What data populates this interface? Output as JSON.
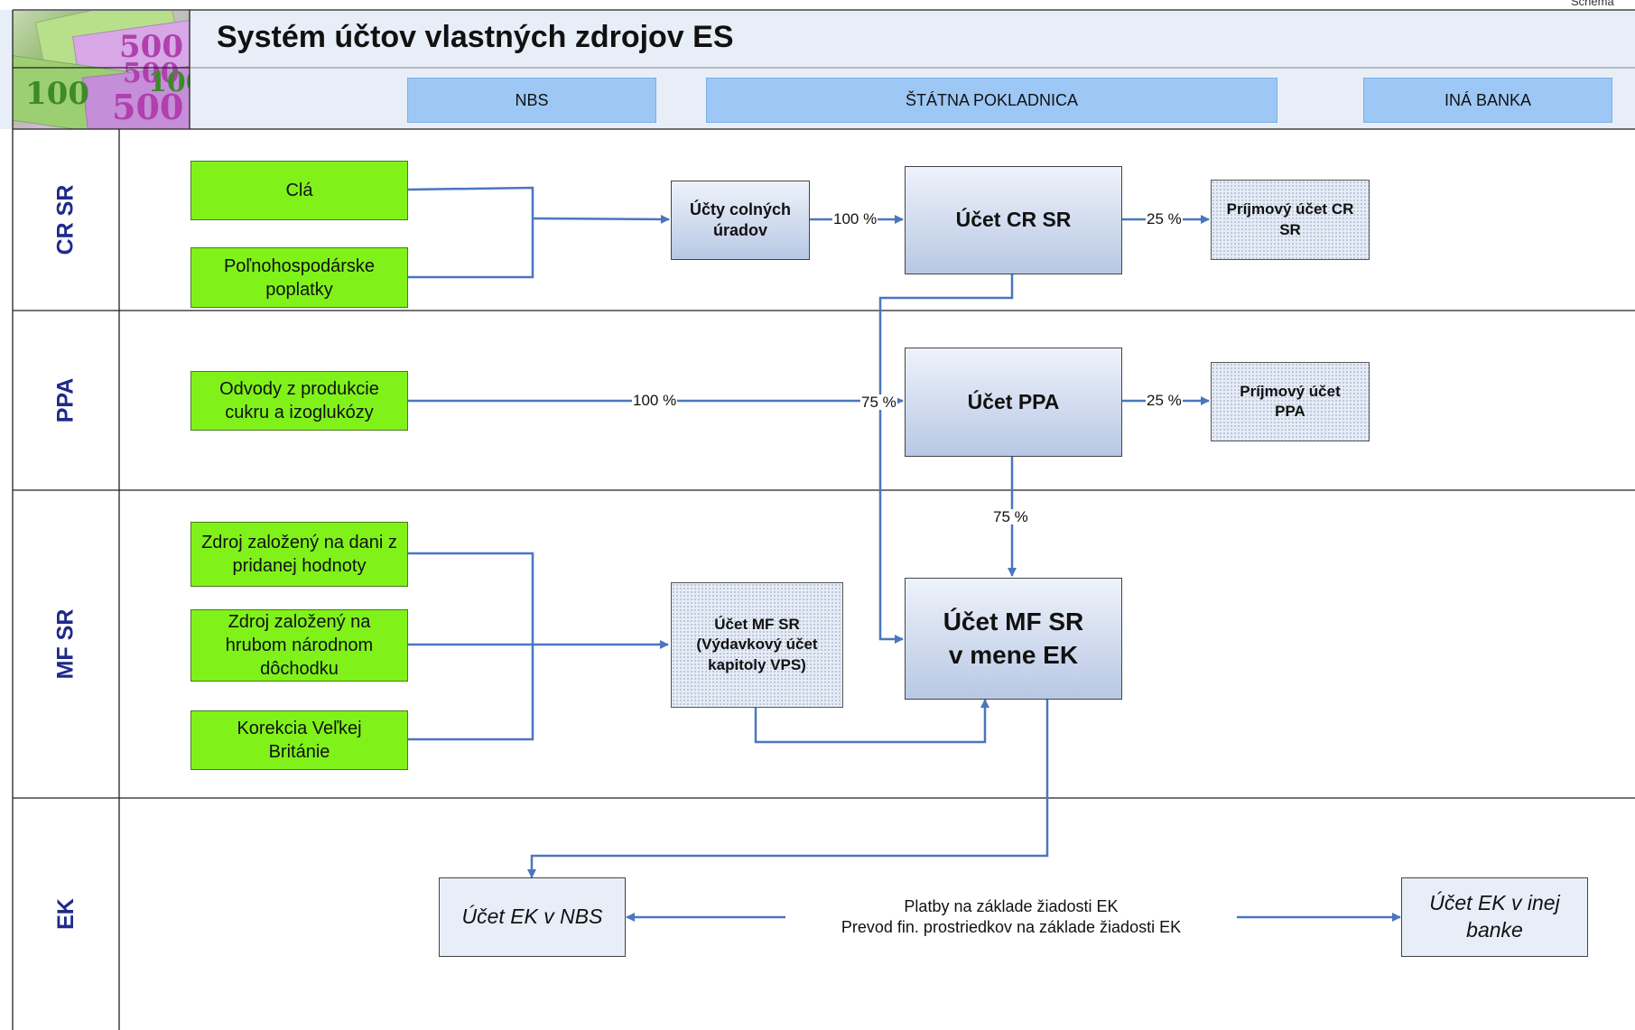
{
  "title": "Systém účtov vlastných zdrojov ES",
  "top_right": "Schéma",
  "columns": [
    "NBS",
    "ŠTÁTNA POKLADNICA",
    "INÁ BANKA"
  ],
  "lanes": [
    "CR SR",
    "PPA",
    "MF SR",
    "EK"
  ],
  "logo": {
    "banknote_values": [
      "500",
      "500",
      "100",
      "100",
      "500"
    ],
    "colors": [
      "#9ac07a",
      "#c79bd4"
    ]
  },
  "sources": {
    "cla": "Clá",
    "polnohospodarske": "Poľnohospodárske poplatky",
    "odvody": "Odvody z produkcie cukru a izoglukózy",
    "dph": "Zdroj založený na dani z pridanej hodnoty",
    "hnd": "Zdroj založený na hrubom národnom dôchodku",
    "korekcia": "Korekcia Veľkej Británie"
  },
  "accounts": {
    "colne_urady": "Účty colných úradov",
    "ucet_cr_sr": "Účet CR SR",
    "prijmovy_cr_sr": "Príjmový účet CR SR",
    "ucet_ppa": "Účet PPA",
    "prijmovy_ppa": "Príjmový účet PPA",
    "ucet_mf_vps": "Účet MF SR (Výdavkový účet kapitoly VPS)",
    "ucet_mf_ek_line1": "Účet MF SR",
    "ucet_mf_ek_line2": "v mene EK",
    "ucet_ek_nbs": "Účet EK v NBS",
    "ucet_ek_ina": "Účet EK v inej banke"
  },
  "flow_labels": {
    "colne_to_cr": "100 %",
    "cr_to_prijmovy": "25 %",
    "odvody_to_ppa": "100 %",
    "cr_to_mf": "75 %",
    "ppa_to_prijmovy": "25 %",
    "ppa_to_mf": "75 %"
  },
  "ek_note": {
    "line1": "Platby na základe žiadosti EK",
    "line2": "Prevod fin. prostriedkov na základe žiadosti EK"
  },
  "colors": {
    "lines": "#4a76c0",
    "lane_label": "#1f2a8a",
    "source_box": "#80f21a",
    "column_header": "#9dc8f5"
  }
}
